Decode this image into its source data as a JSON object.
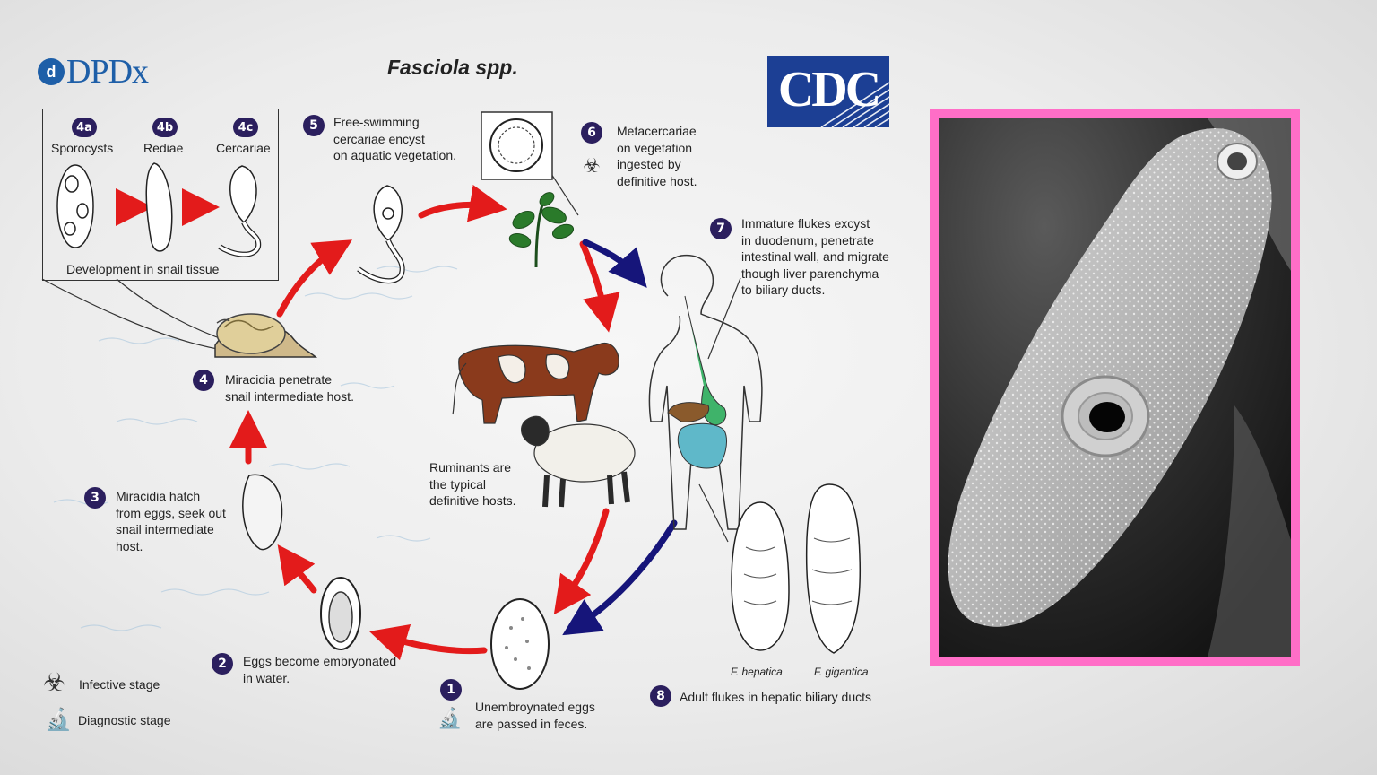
{
  "header": {
    "logo_text": "DPDx",
    "title": "Fasciola spp.",
    "cdc_logo": "CDC"
  },
  "snail_box": {
    "stages": [
      {
        "badge": "4a",
        "label": "Sporocysts"
      },
      {
        "badge": "4b",
        "label": "Rediae"
      },
      {
        "badge": "4c",
        "label": "Cercariae"
      }
    ],
    "caption": "Development in snail tissue"
  },
  "steps": {
    "s1": {
      "num": "1",
      "text": [
        "Unembroynated eggs",
        "are passed in feces."
      ]
    },
    "s2": {
      "num": "2",
      "text": [
        "Eggs become embryonated",
        "in water."
      ]
    },
    "s3": {
      "num": "3",
      "text": [
        "Miracidia hatch",
        "from eggs, seek out",
        "snail intermediate",
        "host."
      ]
    },
    "s4": {
      "num": "4",
      "text": [
        "Miracidia penetrate",
        "snail intermediate host."
      ]
    },
    "s5": {
      "num": "5",
      "text": [
        "Free-swimming",
        "cercariae encyst",
        "on aquatic vegetation."
      ]
    },
    "s6": {
      "num": "6",
      "text": [
        "Metacercariae",
        "on vegetation",
        "ingested by",
        "definitive host."
      ]
    },
    "s7": {
      "num": "7",
      "text": [
        "Immature flukes excyst",
        "in duodenum, penetrate",
        "intestinal wall, and migrate",
        "though liver parenchyma",
        "to biliary ducts."
      ]
    },
    "s8": {
      "num": "8",
      "text": "Adult flukes in hepatic biliary ducts"
    }
  },
  "ruminants_text": [
    "Ruminants are",
    "the typical",
    "definitive hosts."
  ],
  "species": {
    "hepatica": "F. hepatica",
    "gigantica": "F. gigantica"
  },
  "legend": {
    "infective": "Infective stage",
    "diagnostic": "Diagnostic stage"
  },
  "colors": {
    "arrow_red": "#e31b1b",
    "arrow_blue": "#16157a",
    "badge": "#2b1f5e",
    "frame_pink": "#ff6ec7",
    "cdc_blue": "#1c3f94",
    "dpdx_blue": "#1e5fa8"
  },
  "icons": [
    "biohazard-icon",
    "microscope-icon"
  ]
}
